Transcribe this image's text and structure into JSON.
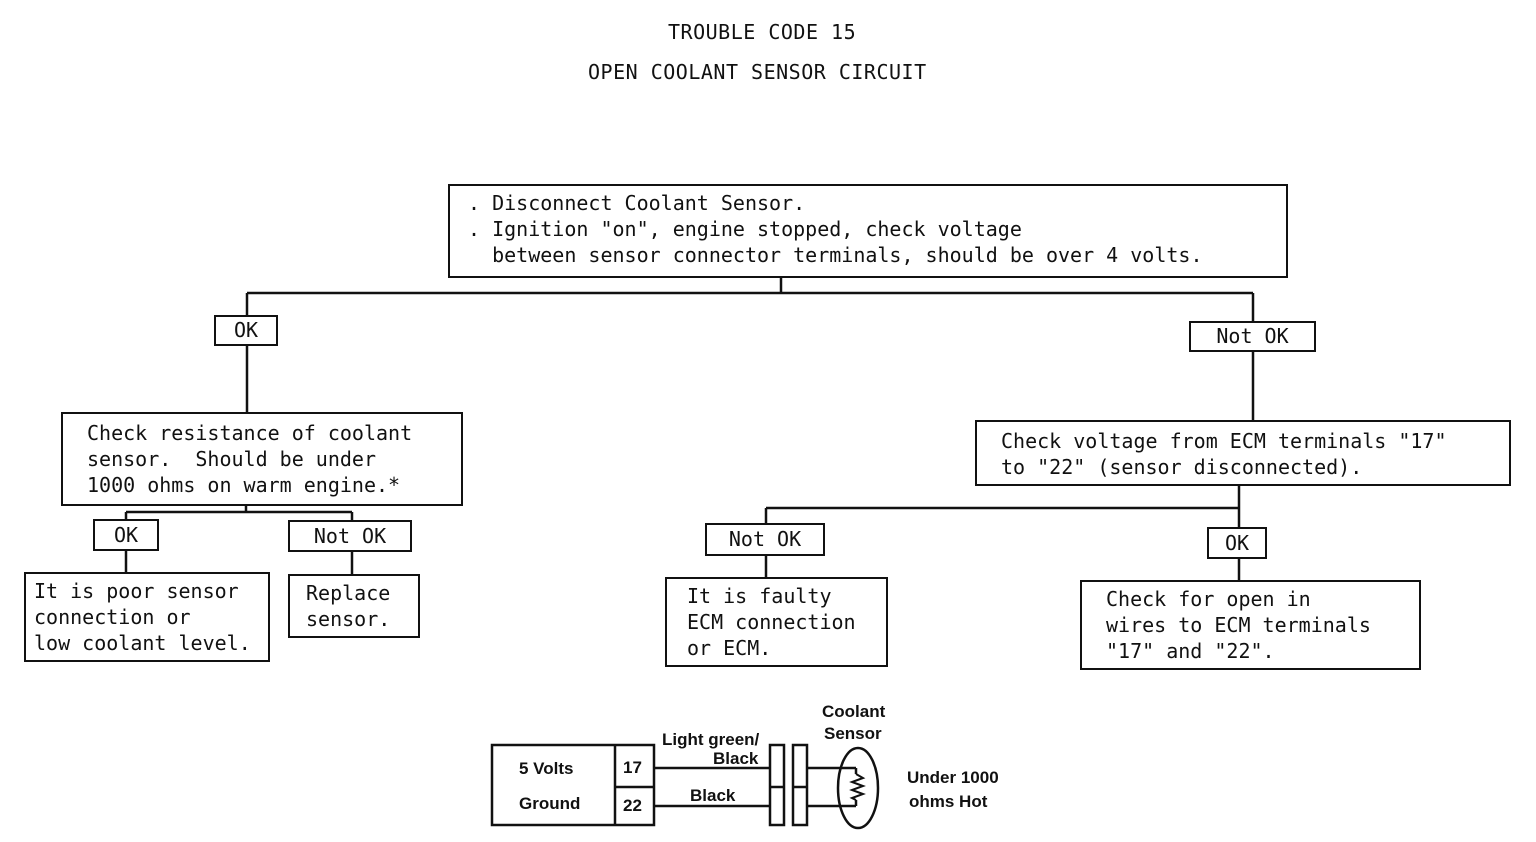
{
  "title": "TROUBLE CODE 15",
  "subtitle": "OPEN COOLANT SENSOR CIRCUIT",
  "nodes": {
    "start": {
      "lines": [
        ". Disconnect Coolant Sensor.",
        ". Ignition \"on\", engine stopped, check voltage",
        "  between sensor connector terminals, should be over 4 volts."
      ]
    },
    "ok_left_label": "OK",
    "notok_right_label": "Not OK",
    "check_resistance": {
      "lines": [
        "Check resistance of coolant",
        "sensor.  Should be under",
        "1000 ohms on warm engine.*"
      ]
    },
    "check_voltage_ecm": {
      "lines": [
        "Check voltage from ECM terminals \"17\"",
        "to \"22\" (sensor disconnected)."
      ]
    },
    "ok_resist_label": "OK",
    "notok_resist_label": "Not OK",
    "notok_ecm_label": "Not OK",
    "ok_ecm_label": "OK",
    "poor_connection": {
      "lines": [
        "It is poor sensor",
        "connection or",
        "low coolant level."
      ]
    },
    "replace_sensor": {
      "lines": [
        "Replace",
        "sensor."
      ]
    },
    "faulty_ecm": {
      "lines": [
        "It is faulty",
        "ECM connection",
        "or ECM."
      ]
    },
    "check_open_wires": {
      "lines": [
        "Check for open in",
        "wires to ECM terminals",
        "\"17\" and \"22\"."
      ]
    }
  },
  "circuit": {
    "ecm_rows": [
      {
        "signal": "5 Volts",
        "terminal": "17"
      },
      {
        "signal": "Ground",
        "terminal": "22"
      }
    ],
    "wire_top_label_1": "Light green/",
    "wire_top_label_2": "Black",
    "wire_bottom_label": "Black",
    "sensor_label_1": "Coolant",
    "sensor_label_2": "Sensor",
    "sensor_note_1": "Under 1000",
    "sensor_note_2": "ohms Hot"
  }
}
